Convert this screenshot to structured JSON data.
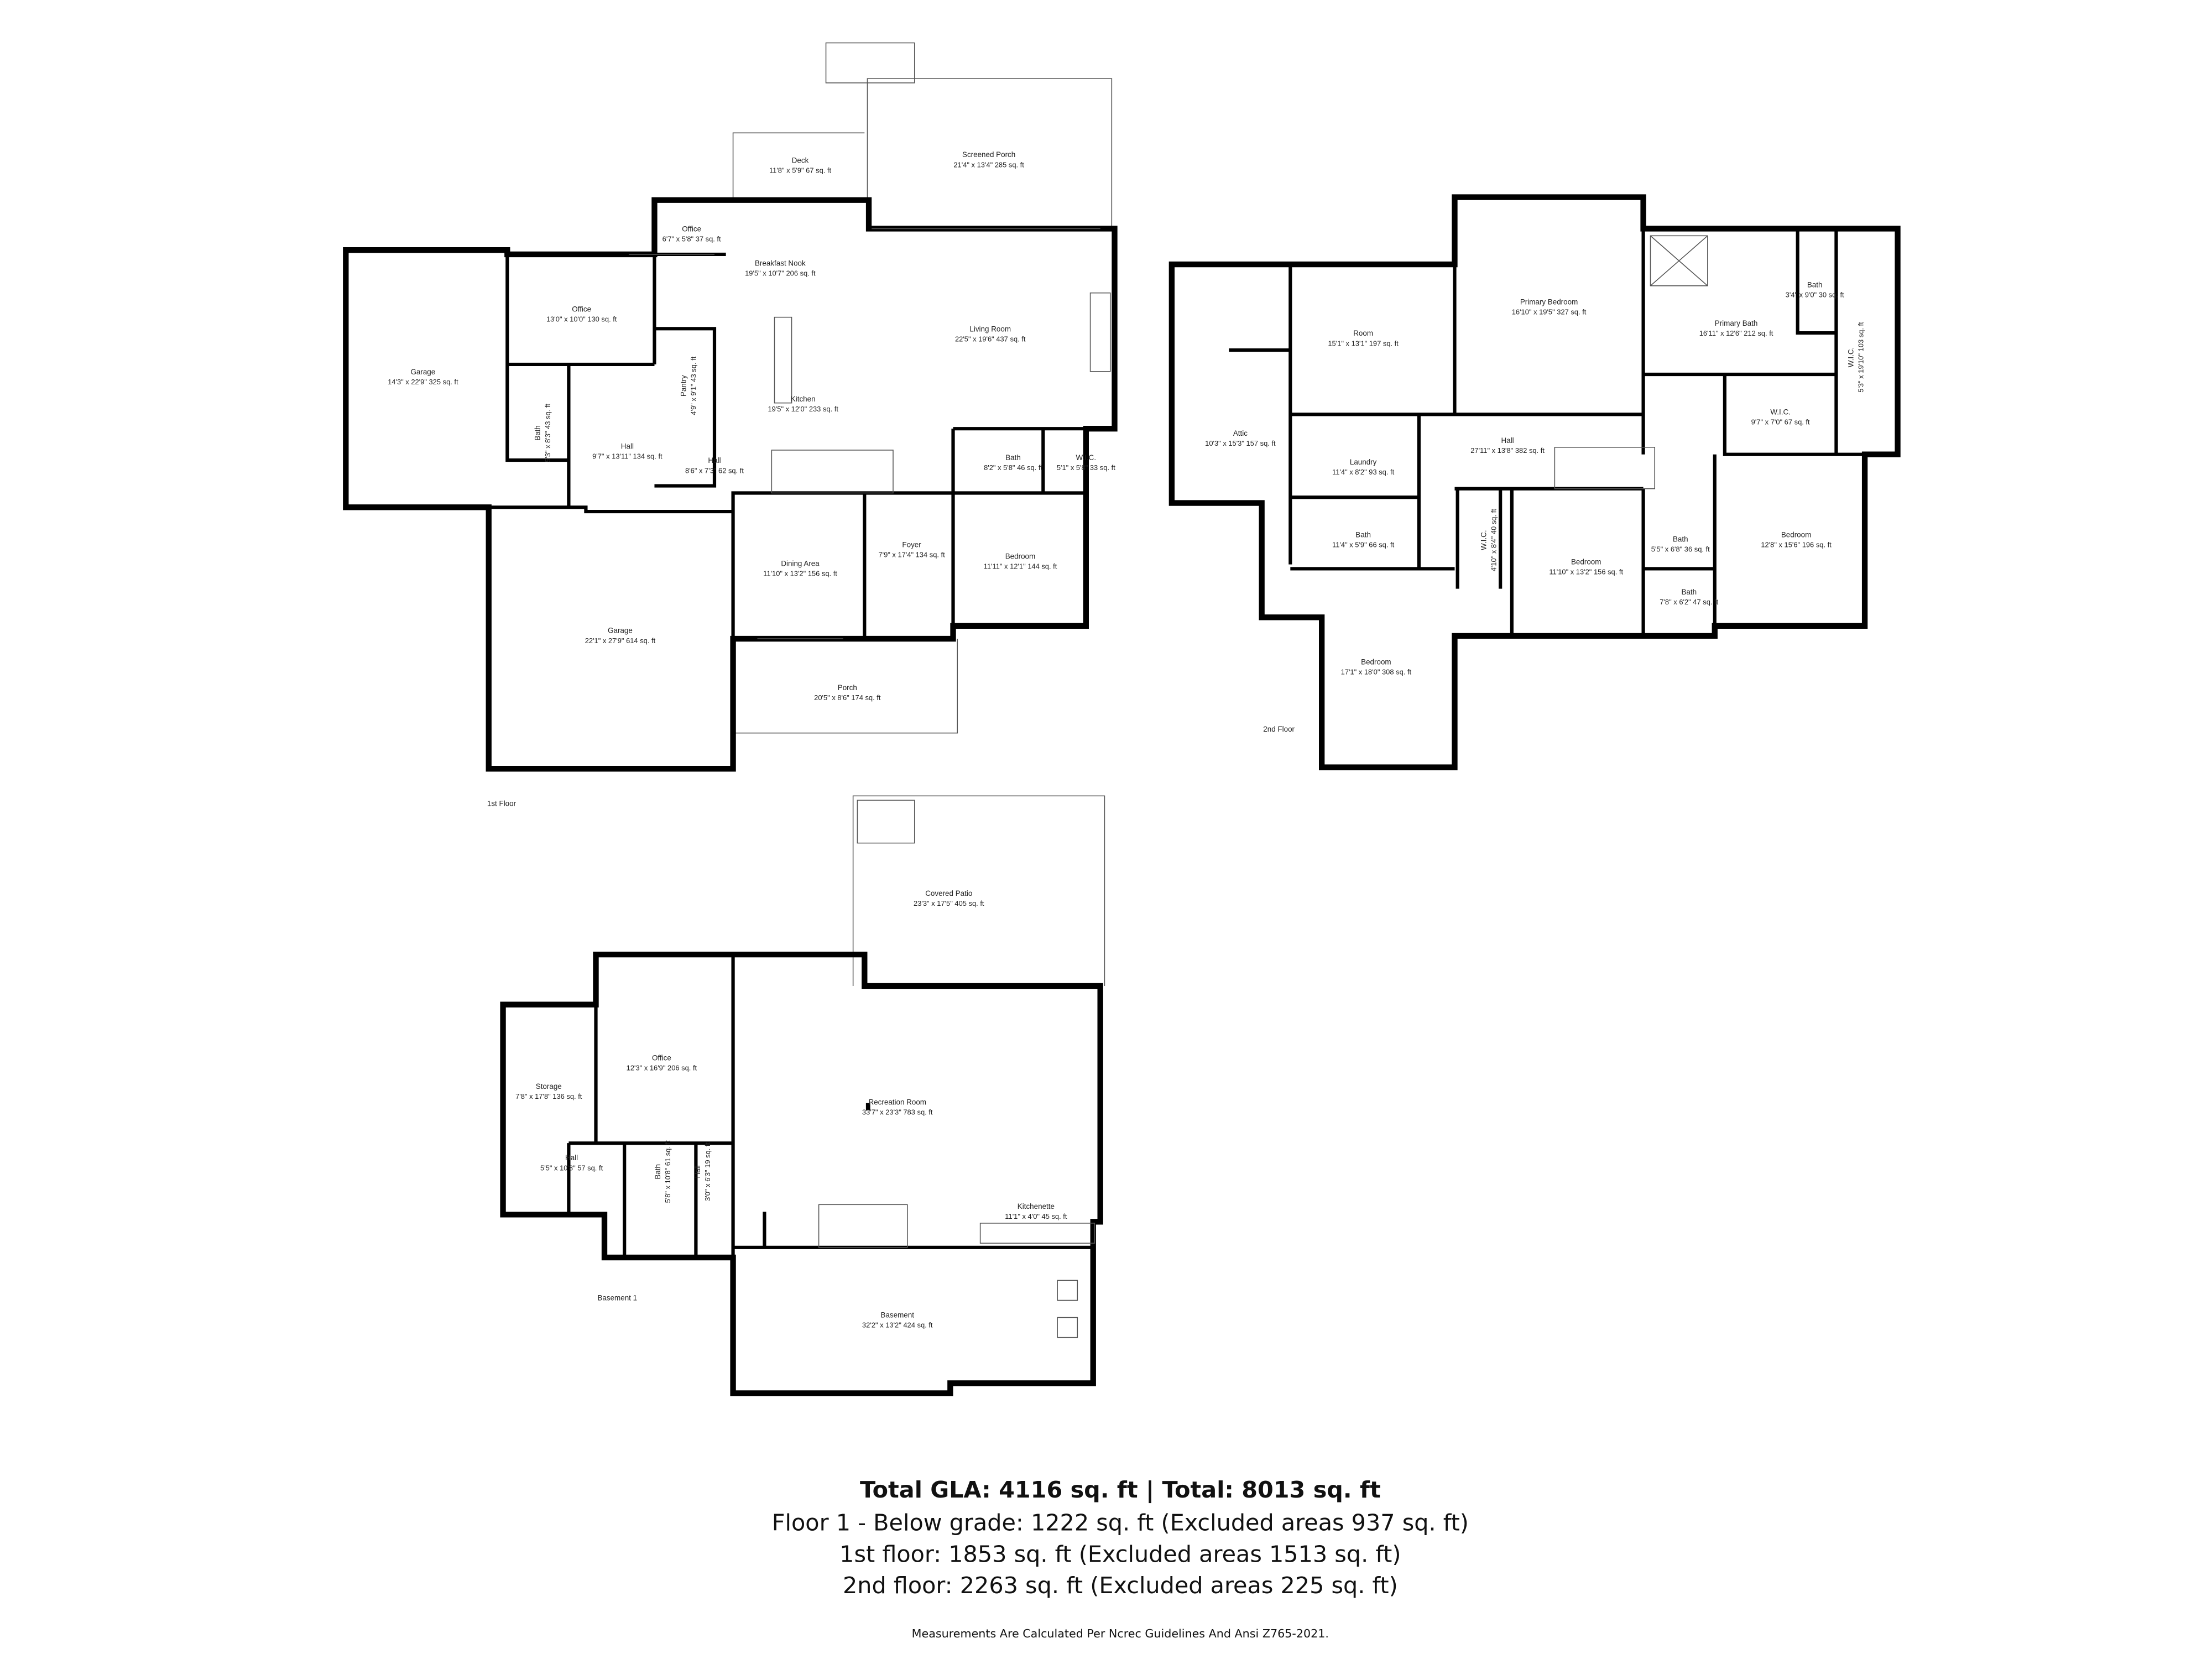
{
  "floors": [
    {
      "label": "1st Floor",
      "rooms": [
        {
          "name": "Garage",
          "dims": "14'3\" x 22'9\" 325 sq. ft"
        },
        {
          "name": "Office",
          "dims": "13'0\" x 10'0\" 130 sq. ft"
        },
        {
          "name": "Office",
          "dims": "6'7\" x 5'8\" 37 sq. ft"
        },
        {
          "name": "Deck",
          "dims": "11'8\" x 5'9\" 67 sq. ft"
        },
        {
          "name": "Screened Porch",
          "dims": "21'4\" x 13'4\" 285 sq. ft"
        },
        {
          "name": "Breakfast Nook",
          "dims": "19'5\" x 10'7\" 206 sq. ft"
        },
        {
          "name": "Living Room",
          "dims": "22'5\" x 19'6\" 437 sq. ft"
        },
        {
          "name": "Kitchen",
          "dims": "19'5\" x 12'0\" 233 sq. ft"
        },
        {
          "name": "Pantry",
          "dims": "4'9\" x 9'1\" 43 sq. ft"
        },
        {
          "name": "Bath",
          "dims": "5'3\" x 8'3\" 43 sq. ft"
        },
        {
          "name": "Hall",
          "dims": "9'7\" x 13'11\" 134 sq. ft"
        },
        {
          "name": "Hall",
          "dims": "8'6\" x 7'3\" 62 sq. ft"
        },
        {
          "name": "Bath",
          "dims": "8'2\" x 5'8\" 46 sq. ft"
        },
        {
          "name": "W.I.C.",
          "dims": "5'1\" x 5'8\" 33 sq. ft"
        },
        {
          "name": "Dining Area",
          "dims": "11'10\" x 13'2\" 156 sq. ft"
        },
        {
          "name": "Foyer",
          "dims": "7'9\" x 17'4\" 134 sq. ft"
        },
        {
          "name": "Bedroom",
          "dims": "11'11\" x 12'1\" 144 sq. ft"
        },
        {
          "name": "Garage",
          "dims": "22'1\" x 27'9\" 614 sq. ft"
        },
        {
          "name": "Porch",
          "dims": "20'5\" x 8'6\" 174 sq. ft"
        }
      ]
    },
    {
      "label": "2nd Floor",
      "rooms": [
        {
          "name": "Attic",
          "dims": "10'3\" x 15'3\" 157 sq. ft"
        },
        {
          "name": "Room",
          "dims": "15'1\" x 13'1\" 197 sq. ft"
        },
        {
          "name": "Primary Bedroom",
          "dims": "16'10\" x 19'5\" 327 sq. ft"
        },
        {
          "name": "Primary Bath",
          "dims": "16'11\" x 12'6\" 212 sq. ft"
        },
        {
          "name": "Bath",
          "dims": "3'4\" x 9'0\" 30 sq. ft"
        },
        {
          "name": "W.I.C.",
          "dims": "5'3\" x 19'10\" 103 sq. ft"
        },
        {
          "name": "W.I.C.",
          "dims": "9'7\" x 7'0\" 67 sq. ft"
        },
        {
          "name": "Hall",
          "dims": "27'11\" x 13'8\" 382 sq. ft"
        },
        {
          "name": "Laundry",
          "dims": "11'4\" x 8'2\" 93 sq. ft"
        },
        {
          "name": "Bath",
          "dims": "11'4\" x 5'9\" 66 sq. ft"
        },
        {
          "name": "W.I.C.",
          "dims": "4'10\" x 8'4\" 40 sq. ft"
        },
        {
          "name": "Bedroom",
          "dims": "11'10\" x 13'2\" 156 sq. ft"
        },
        {
          "name": "Bath",
          "dims": "5'5\" x 6'8\" 36 sq. ft"
        },
        {
          "name": "Bath",
          "dims": "7'8\" x 6'2\" 47 sq. ft"
        },
        {
          "name": "Bedroom",
          "dims": "12'8\" x 15'6\" 196 sq. ft"
        },
        {
          "name": "Bedroom",
          "dims": "17'1\" x 18'0\" 308 sq. ft"
        }
      ]
    },
    {
      "label": "Basement 1",
      "rooms": [
        {
          "name": "Covered Patio",
          "dims": "23'3\" x 17'5\" 405 sq. ft"
        },
        {
          "name": "Storage",
          "dims": "7'8\" x 17'8\" 136 sq. ft"
        },
        {
          "name": "Office",
          "dims": "12'3\" x 16'9\" 206 sq. ft"
        },
        {
          "name": "Recreation Room",
          "dims": "33'7\" x 23'3\" 783 sq. ft"
        },
        {
          "name": "Hall",
          "dims": "5'5\" x 10'8\" 57 sq. ft"
        },
        {
          "name": "Bath",
          "dims": "5'8\" x 10'8\" 61 sq. ft"
        },
        {
          "name": "Hall",
          "dims": "3'0\" x 6'3\" 19 sq. ft"
        },
        {
          "name": "Kitchenette",
          "dims": "11'1\" x 4'0\" 45 sq. ft"
        },
        {
          "name": "Basement",
          "dims": "32'2\" x 13'2\" 424 sq. ft"
        }
      ]
    }
  ],
  "summary": {
    "total": "Total GLA: 4116 sq. ft | Total: 8013 sq. ft",
    "lines": [
      "Floor 1 - Below grade: 1222 sq. ft (Excluded areas 937 sq. ft)",
      "1st floor: 1853 sq. ft (Excluded areas 1513 sq. ft)",
      "2nd floor: 2263 sq. ft (Excluded areas 225 sq. ft)"
    ],
    "footnote": "Measurements Are Calculated Per Ncrec Guidelines And Ansi Z765-2021."
  },
  "colors": {
    "walls": "#000000",
    "background": "#ffffff"
  }
}
